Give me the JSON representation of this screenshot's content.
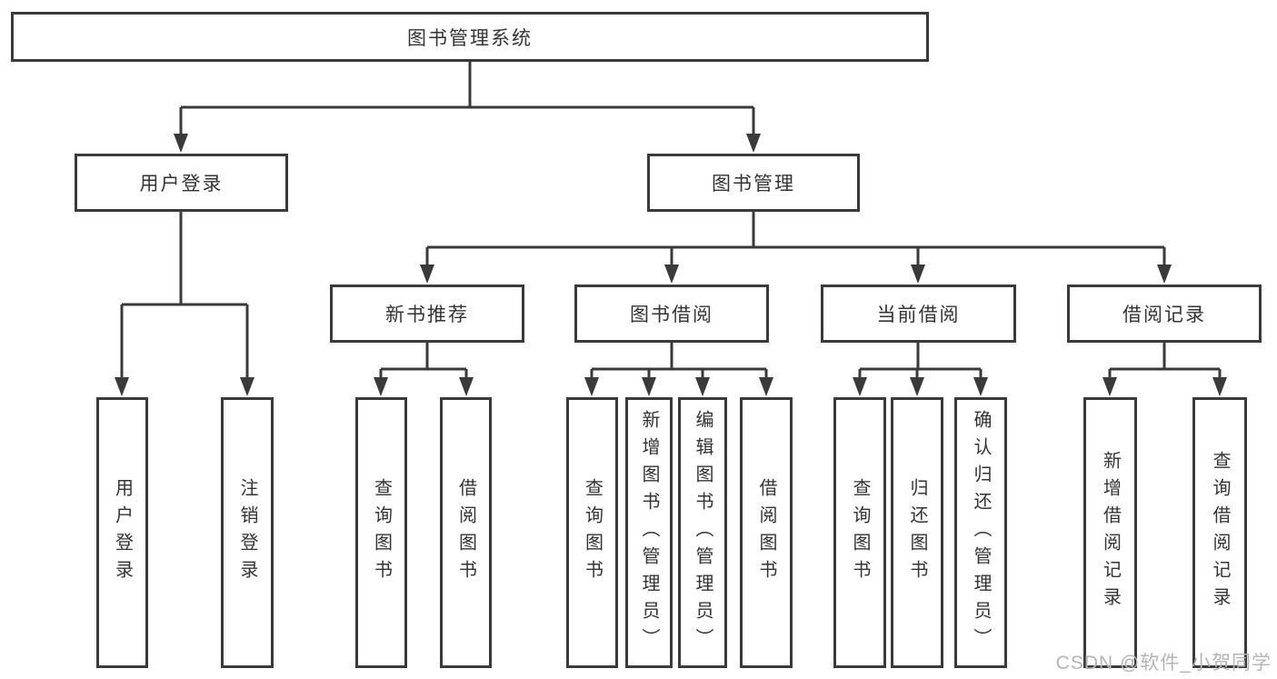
{
  "diagram_title": "图书管理系统",
  "tree": {
    "label": "图书管理系统",
    "children": [
      {
        "label": "用户登录",
        "children": [
          {
            "label": "用户登录"
          },
          {
            "label": "注销登录"
          }
        ]
      },
      {
        "label": "图书管理",
        "children": [
          {
            "label": "新书推荐",
            "children": [
              {
                "label": "查询图书"
              },
              {
                "label": "借阅图书"
              }
            ]
          },
          {
            "label": "图书借阅",
            "children": [
              {
                "label": "查询图书"
              },
              {
                "label": "新增图书（管理员）"
              },
              {
                "label": "编辑图书（管理员）"
              },
              {
                "label": "借阅图书"
              }
            ]
          },
          {
            "label": "当前借阅",
            "children": [
              {
                "label": "查询图书"
              },
              {
                "label": "归还图书"
              },
              {
                "label": "确认归还（管理员）"
              }
            ]
          },
          {
            "label": "借阅记录",
            "children": [
              {
                "label": "新增借阅记录"
              },
              {
                "label": "查询借阅记录"
              }
            ]
          }
        ]
      }
    ]
  },
  "watermark": {
    "text": "CSDN @软件_小贺同学"
  },
  "colors": {
    "line": "#3a3a3a",
    "box_border": "#3a3a3a",
    "text": "#333333",
    "watermark": "#b5b5b5",
    "background": "#ffffff"
  }
}
